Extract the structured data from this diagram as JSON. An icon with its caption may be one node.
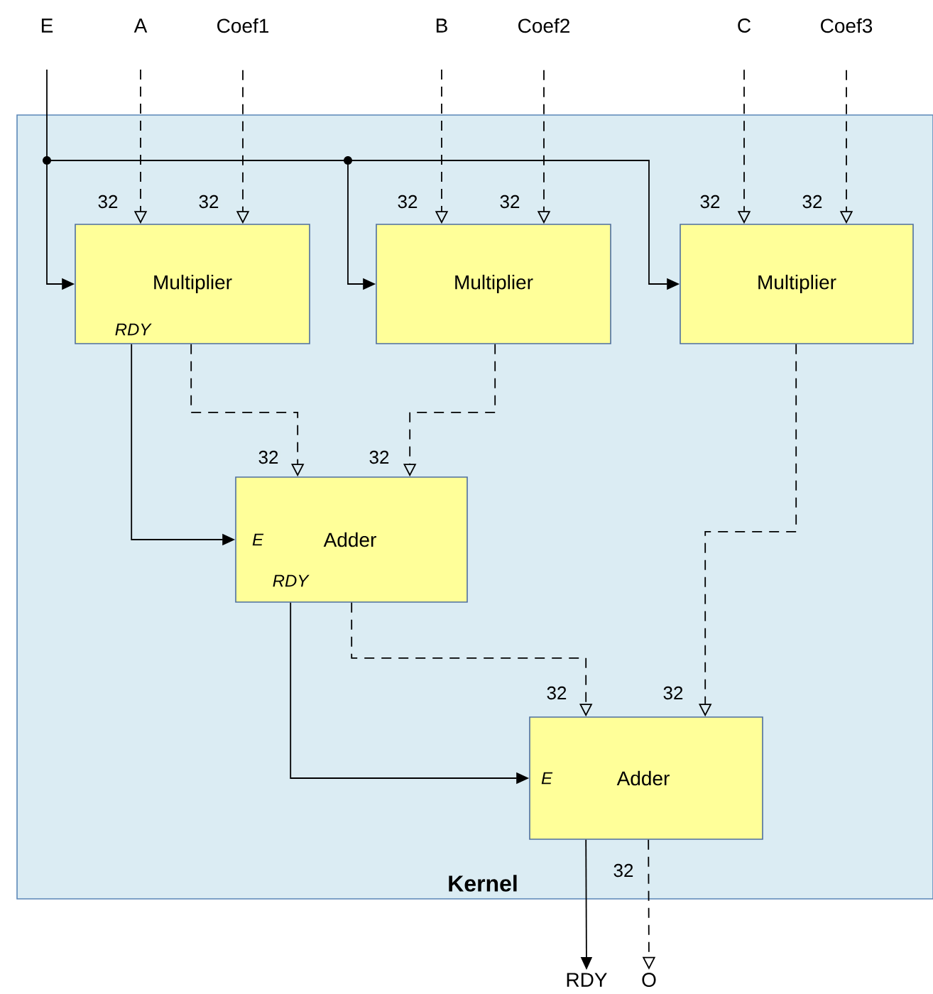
{
  "diagram": {
    "nodes": [
      {
        "text": [
          "Kernel"
        ]
      },
      {
        "text": [
          "E"
        ]
      },
      {
        "text": [
          "A"
        ]
      },
      {
        "text": [
          "Coef1"
        ]
      },
      {
        "text": [
          "B"
        ]
      },
      {
        "text": [
          "Coef2"
        ]
      },
      {
        "text": [
          "C"
        ]
      },
      {
        "text": [
          "Coef3"
        ]
      },
      {
        "text": [
          "Multiplier",
          "RDY"
        ],
        "in": 0
      },
      {
        "text": [
          "Multiplier"
        ],
        "in": 0
      },
      {
        "text": [
          "Multiplier"
        ],
        "in": 0
      },
      {
        "text": [
          "E",
          "Adder",
          "RDY"
        ],
        "in": 0
      },
      {
        "text": [
          "E",
          "Adder"
        ],
        "in": 0
      },
      {
        "text": [
          "RDY"
        ]
      },
      {
        "text": [
          "O"
        ]
      }
    ],
    "edges": [
      {
        "from": 1,
        "to": 8,
        "arrow": "to"
      },
      {
        "from": 1,
        "to": 9,
        "arrow": "to"
      },
      {
        "from": 1,
        "to": 10,
        "arrow": "to"
      },
      {
        "from": 2,
        "to": 8,
        "arrow": "to",
        "style": "dashed",
        "label": "32"
      },
      {
        "from": 3,
        "to": 8,
        "arrow": "to",
        "style": "dashed",
        "label": "32"
      },
      {
        "from": 4,
        "to": 9,
        "arrow": "to",
        "style": "dashed",
        "label": "32"
      },
      {
        "from": 5,
        "to": 9,
        "arrow": "to",
        "style": "dashed",
        "label": "32"
      },
      {
        "from": 6,
        "to": 10,
        "arrow": "to",
        "style": "dashed",
        "label": "32"
      },
      {
        "from": 7,
        "to": 10,
        "arrow": "to",
        "style": "dashed",
        "label": "32"
      },
      {
        "from": 8,
        "to": 11,
        "arrow": "to",
        "style": "dashed",
        "label": "32"
      },
      {
        "from": 9,
        "to": 11,
        "arrow": "to",
        "style": "dashed",
        "label": "32"
      },
      {
        "from": 8,
        "to": 11,
        "arrow": "to"
      },
      {
        "from": 10,
        "to": 12,
        "arrow": "to",
        "style": "dashed",
        "label": "32"
      },
      {
        "from": 11,
        "to": 12,
        "arrow": "to",
        "style": "dashed",
        "label": "32"
      },
      {
        "from": 11,
        "to": 12,
        "arrow": "to"
      },
      {
        "from": 12,
        "to": 13,
        "arrow": "to"
      },
      {
        "from": 12,
        "to": 14,
        "arrow": "to",
        "style": "dashed",
        "label": "32"
      }
    ]
  }
}
